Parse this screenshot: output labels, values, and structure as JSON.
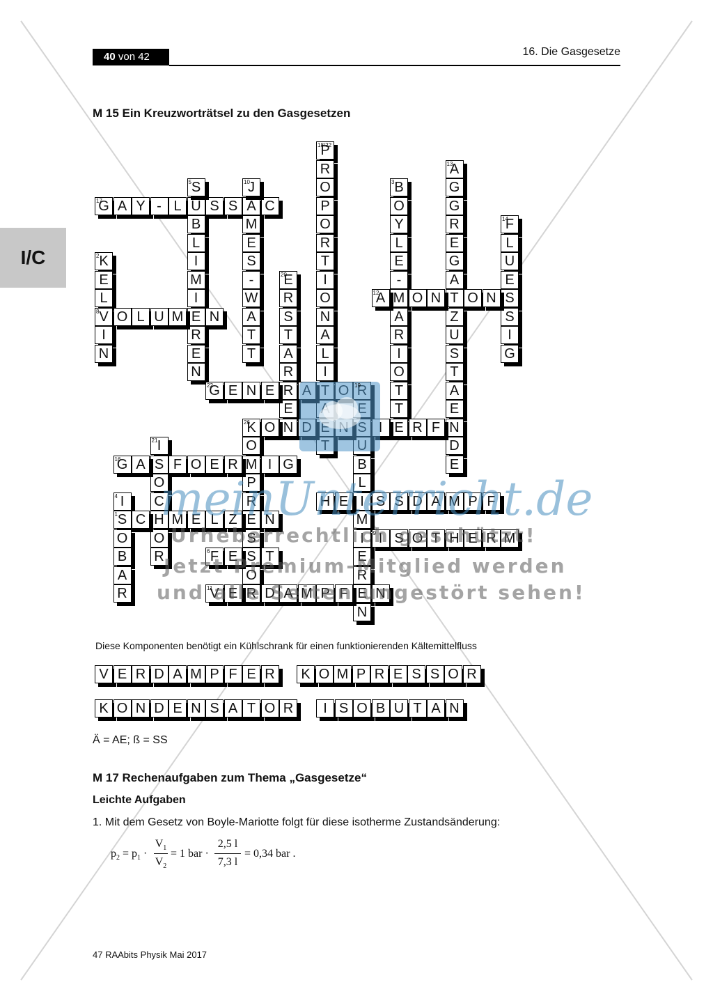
{
  "header": {
    "page_num": "40",
    "page_of": " von 42",
    "title": "16. Die Gasgesetze",
    "side_tab": "I/C"
  },
  "m15": {
    "title": "M 15   Ein Kreuzworträtsel zu den Gasgesetzen"
  },
  "crossword": {
    "words": [
      {
        "num": "17",
        "text": "GAY-LUSSAC",
        "dir": "h",
        "col": 0,
        "row": 3
      },
      {
        "num": "5",
        "text": "SUBLIMIEREN",
        "dir": "v",
        "col": 5,
        "row": 2
      },
      {
        "num": "10",
        "text": "JAMES-WATT",
        "dir": "v",
        "col": 8,
        "row": 2
      },
      {
        "num": "18/22",
        "text": "PROPORTIONALITAET",
        "dir": "v",
        "col": 12,
        "row": 0
      },
      {
        "num": "3",
        "text": "BOYLE-MARIOTTE",
        "dir": "v",
        "col": 16,
        "row": 2
      },
      {
        "num": "13",
        "text": "AGGREGATZUSTAENDE",
        "dir": "v",
        "col": 19,
        "row": 1
      },
      {
        "num": "14",
        "text": "FLUESSIG",
        "dir": "v",
        "col": 22,
        "row": 4
      },
      {
        "num": "2",
        "text": "KELVIN",
        "dir": "v",
        "col": 0,
        "row": 6
      },
      {
        "num": "8",
        "text": "VOLUMEN",
        "dir": "h",
        "col": 0,
        "row": 9
      },
      {
        "num": "20",
        "text": "ERSTARREN",
        "dir": "v",
        "col": 10,
        "row": 7
      },
      {
        "num": "12",
        "text": "AMONTONS",
        "dir": "h",
        "col": 15,
        "row": 8
      },
      {
        "num": "22",
        "text": "GENERATOR",
        "dir": "h",
        "col": 6,
        "row": 13
      },
      {
        "num": "19",
        "text": "RESUBLIMIEREN",
        "dir": "v",
        "col": 14,
        "row": 13
      },
      {
        "num": "26",
        "text": "KONDENSIERFN",
        "dir": "h",
        "col": 8,
        "row": 15
      },
      {
        "num": "",
        "text": "KOMPRESSOR",
        "dir": "v",
        "col": 8,
        "row": 15
      },
      {
        "num": "21",
        "text": "ISOCHOR",
        "dir": "v",
        "col": 3,
        "row": 16
      },
      {
        "num": "16",
        "text": "GASFOERMIG",
        "dir": "h",
        "col": 1,
        "row": 17
      },
      {
        "num": "",
        "text": "HEISSDAMPF",
        "dir": "h",
        "col": 12,
        "row": 19
      },
      {
        "num": "4",
        "text": "ISOBAR",
        "dir": "v",
        "col": 1,
        "row": 19
      },
      {
        "num": "1",
        "text": "SCHMELZEN",
        "dir": "h",
        "col": 1,
        "row": 20
      },
      {
        "num": "9",
        "text": "ISOTHERM",
        "dir": "h",
        "col": 15,
        "row": 21
      },
      {
        "num": "6",
        "text": "FEST",
        "dir": "h",
        "col": 6,
        "row": 22
      },
      {
        "num": "11",
        "text": "VERDAMPFEN",
        "dir": "h",
        "col": 6,
        "row": 24
      }
    ]
  },
  "components": {
    "caption": "Diese Komponenten benötigt ein Kühlschrank für einen funktionierenden Kältemittelfluss",
    "items": [
      "VERDAMPFER",
      "KOMPRESSOR",
      "KONDENSATOR",
      "ISOBUTAN"
    ]
  },
  "note": "Ä = AE; ß = SS",
  "m17": {
    "title": "M 17   Rechenaufgaben zum Thema „Gasgesetze“",
    "subtitle": "Leichte Aufgaben",
    "item1": "1.  Mit dem Gesetz von Boyle-Mariotte folgt für diese isotherme Zustandsänderung:",
    "formula_lhs": "p",
    "formula_lhs_sub": "2",
    "formula_eq1": " = p",
    "formula_p1_sub": "1",
    "formula_v1": "V",
    "formula_v1_sub": "1",
    "formula_v2": "V",
    "formula_v2_sub": "2",
    "formula_mid": "= 1 bar ·",
    "formula_num": "2,5 l",
    "formula_den": "7,3 l",
    "formula_res": "= 0,34 bar ."
  },
  "watermark": {
    "brand": "meinUnterricht.de",
    "line1": "Urheberrechtlich geschützt!",
    "line2": "Jetzt Premium-Mitglied werden",
    "line3": "und alle Seiten ungestört sehen!"
  },
  "footer": "47 RAAbits Physik Mai 2017"
}
